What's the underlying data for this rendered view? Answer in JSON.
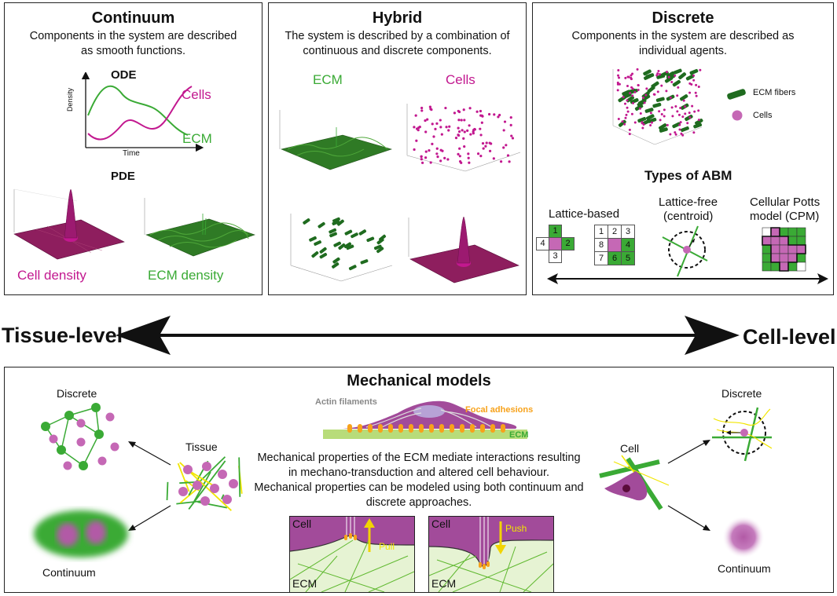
{
  "continuum": {
    "title": "Continuum",
    "desc_line1": "Components in the system are described",
    "desc_line2": "as smooth functions.",
    "ode_label": "ODE",
    "ode_cells": "Cells",
    "ode_ecm": "ECM",
    "ode_ylabel": "Density",
    "ode_xlabel": "Time",
    "pde_label": "PDE",
    "pde_cell_density": "Cell density",
    "pde_ecm_density": "ECM density"
  },
  "hybrid": {
    "title": "Hybrid",
    "desc_line1": "The system is described by a combination of",
    "desc_line2": "continuous and discrete components.",
    "ecm_label": "ECM",
    "cells_label": "Cells"
  },
  "discrete": {
    "title": "Discrete",
    "desc_line1": "Components in the system are described as",
    "desc_line2": "individual agents.",
    "legend_fibers": "ECM fibers",
    "legend_cells": "Cells",
    "types_title": "Types of ABM",
    "lattice_based": "Lattice-based",
    "lattice_free_1": "Lattice-free",
    "lattice_free_2": "(centroid)",
    "cpm_1": "Cellular Potts",
    "cpm_2": "model (CPM)",
    "grid_small": [
      "1",
      "4",
      "2",
      "3"
    ],
    "grid_large": [
      "1",
      "2",
      "3",
      "8",
      "4",
      "7",
      "6",
      "5"
    ]
  },
  "scale": {
    "tissue_level": "Tissue-level",
    "cell_level": "Cell-level"
  },
  "mechanical": {
    "title": "Mechanical models",
    "actin": "Actin filaments",
    "focal": "Focal adhesions",
    "ecm": "ECM",
    "desc_line1": "Mechanical properties of the ECM mediate interactions resulting",
    "desc_line2": "in mechano-transduction and altered cell behaviour.",
    "desc_line3": "Mechanical properties can be modeled using both continuum and",
    "desc_line4": "discrete approaches.",
    "left_discrete": "Discrete",
    "left_tissue": "Tissue",
    "left_continuum": "Continuum",
    "right_discrete": "Discrete",
    "right_cell": "Cell",
    "right_continuum": "Continuum",
    "pull_cell": "Cell",
    "pull_label": "Pull",
    "pull_ecm": "ECM",
    "push_cell": "Cell",
    "push_label": "Push",
    "push_ecm": "ECM"
  },
  "colors": {
    "magenta": "#c2188f",
    "green": "#3aaa35",
    "dark_green": "#1f6b1f",
    "orange": "#f7a21b",
    "yellow": "#f2e600",
    "cell_purple": "#a24b9a"
  }
}
